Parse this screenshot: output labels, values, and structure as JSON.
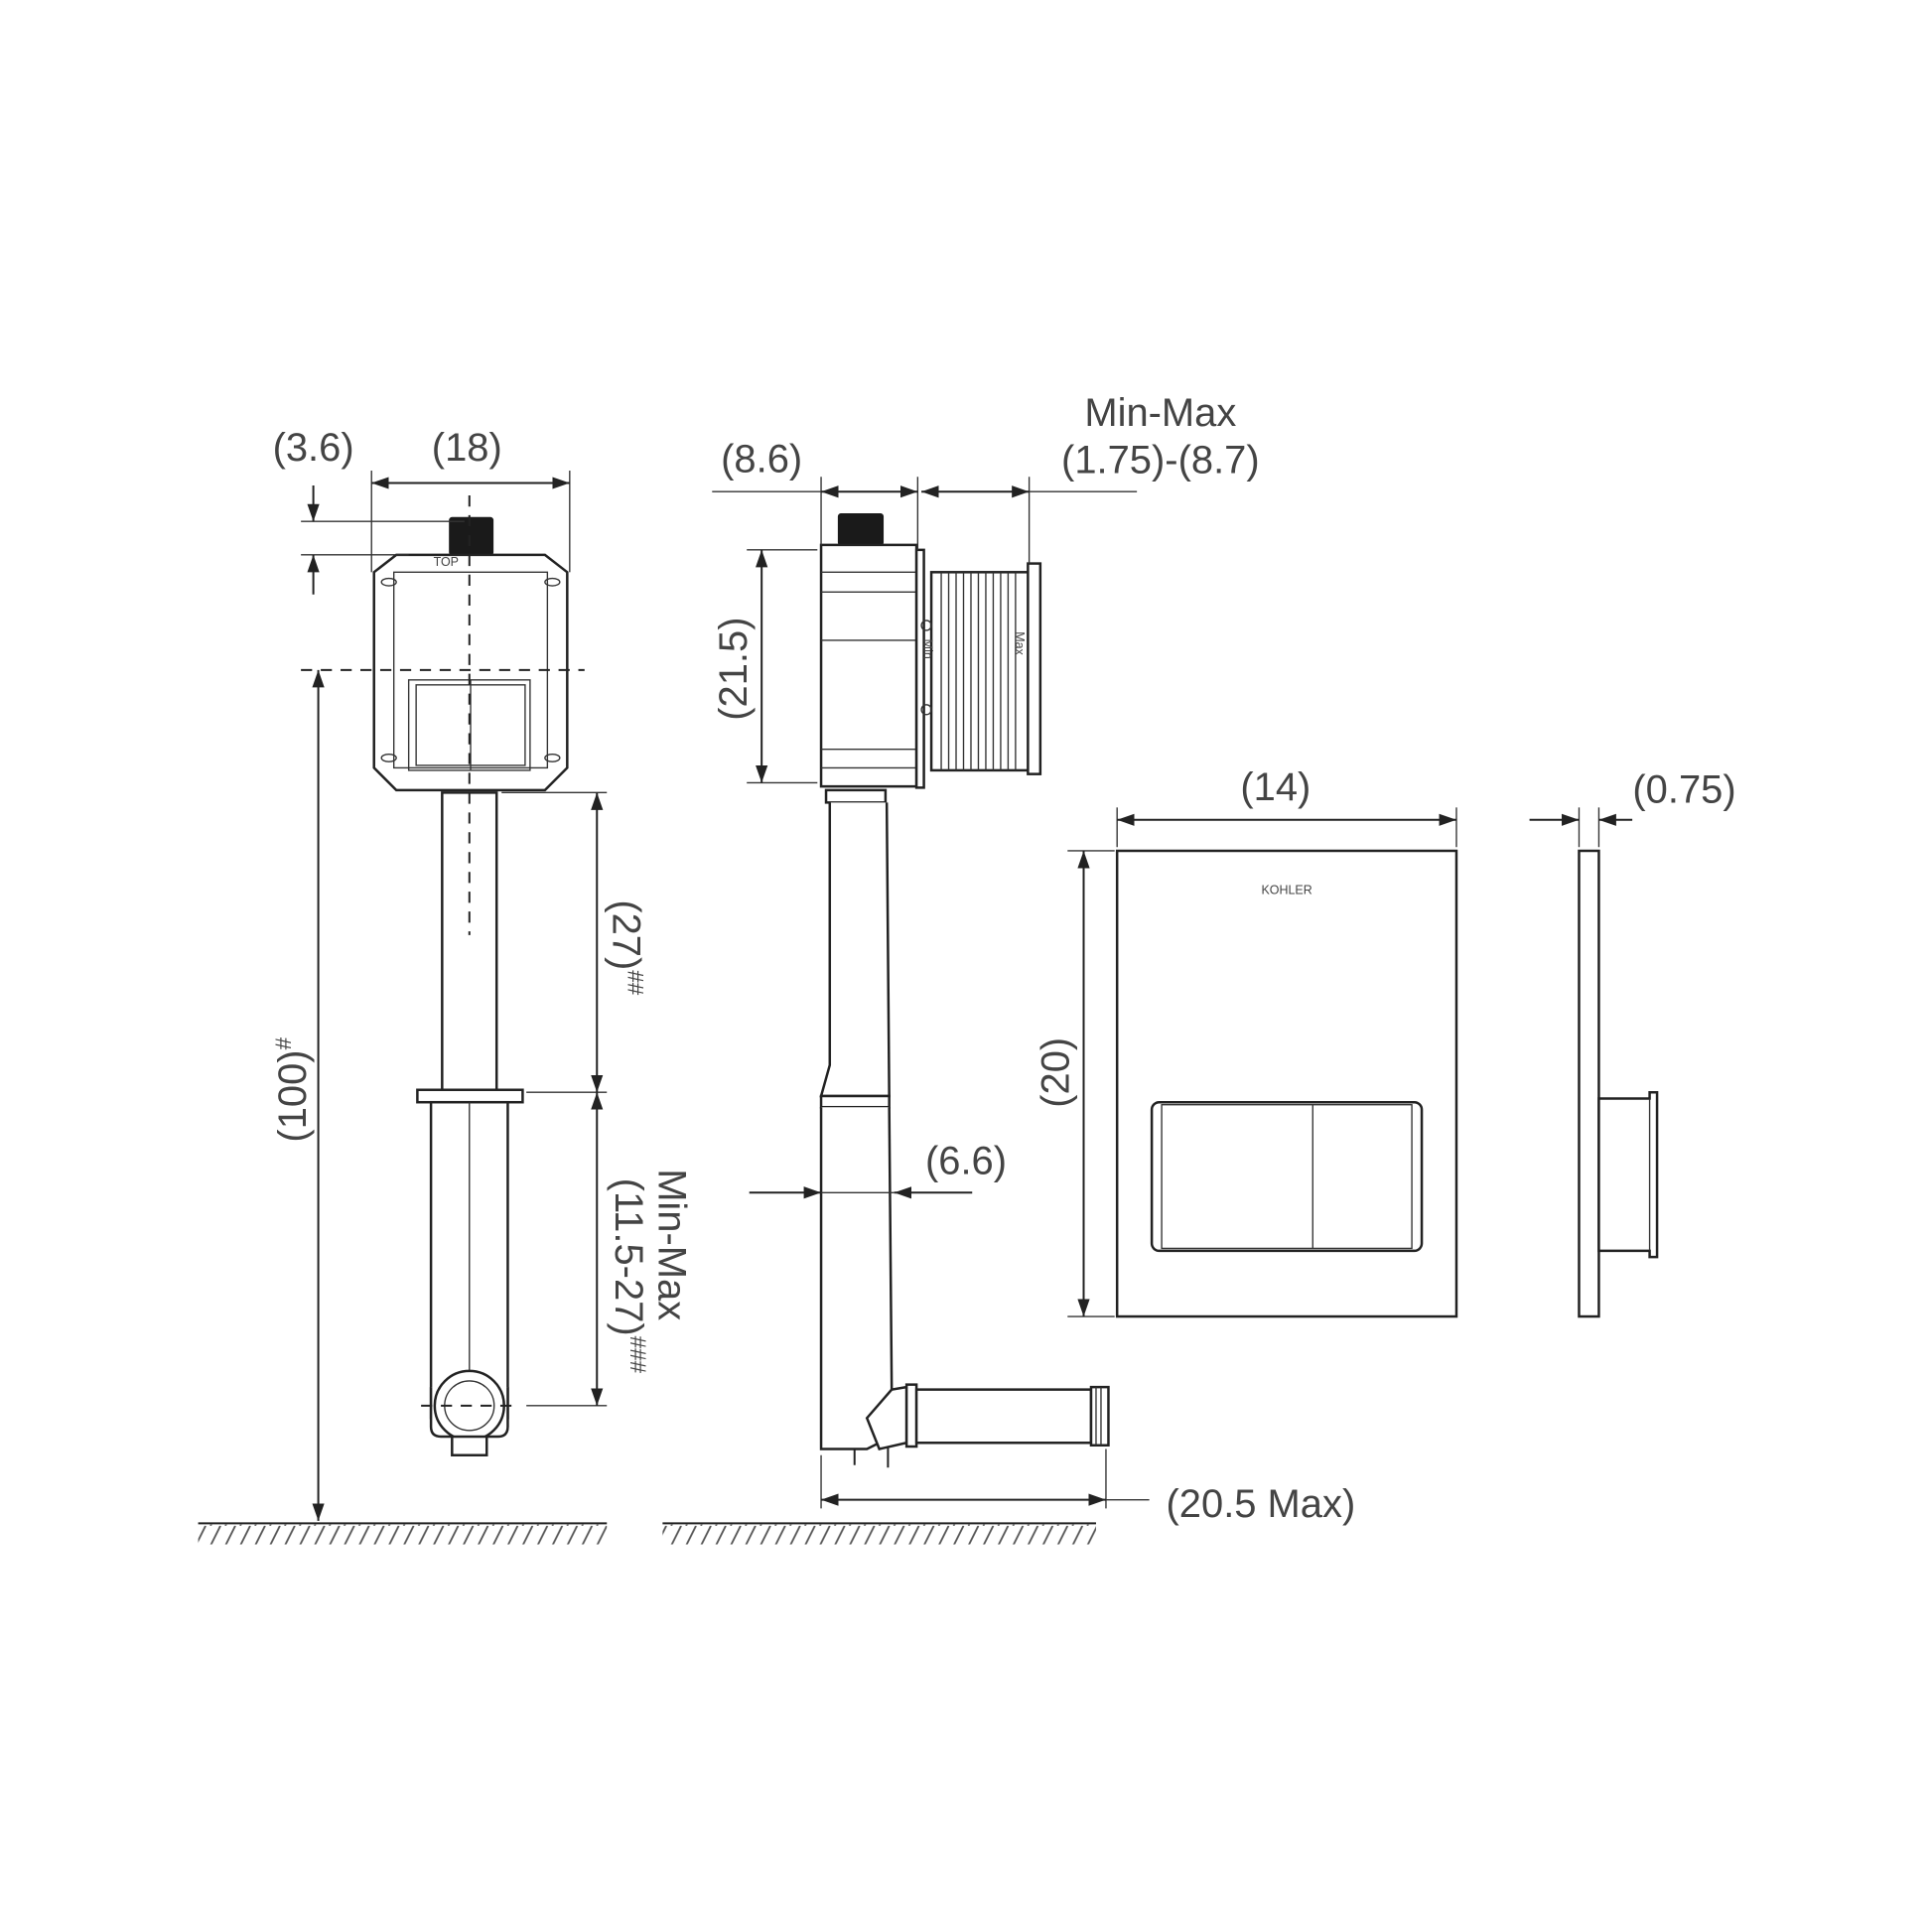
{
  "front_view": {
    "dim_nipple": "(3.6)",
    "dim_width": "(18)",
    "dim_total_height": "(100)",
    "dim_total_height_mark": "#",
    "dim_upper_pipe": "(27)",
    "dim_upper_pipe_mark": "##",
    "dim_lower_pipe_title": "Min-Max",
    "dim_lower_pipe": "(11.5-27)",
    "dim_lower_pipe_mark": "###",
    "top_marking": "TOP"
  },
  "side_view": {
    "dim_depth": "(8.6)",
    "dim_extension_title": "Min-Max",
    "dim_extension": "(1.75)-(8.7)",
    "dim_height": "(21.5)",
    "dim_pipe": "(6.6)",
    "dim_outlet": "(20.5 Max)",
    "min_marking": "Min",
    "max_marking": "Max"
  },
  "flush_plate": {
    "brand": "KOHLER",
    "dim_width": "(14)",
    "dim_height": "(20)",
    "dim_thickness": "(0.75)"
  },
  "colors": {
    "line": "#222222",
    "text": "#444444"
  }
}
